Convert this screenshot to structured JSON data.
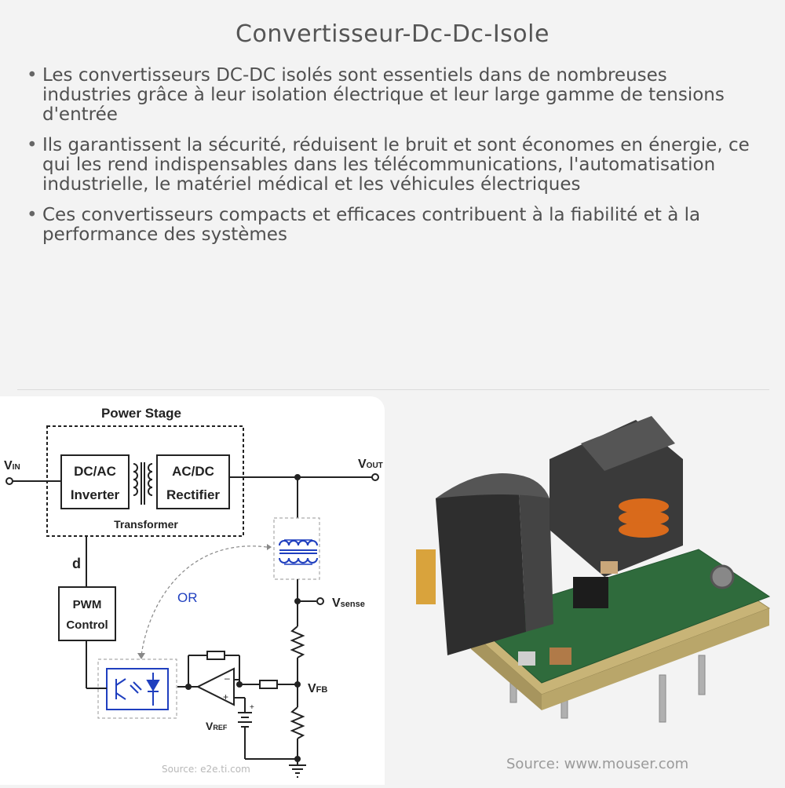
{
  "title": "Convertisseur-Dc-Dc-Isole",
  "bullets": [
    "Les convertisseurs DC-DC isolés sont essentiels dans de nombreuses industries grâce à leur isolation électrique et leur large gamme de tensions d'entrée",
    "Ils garantissent la sécurité, réduisent le bruit et sont économes en énergie, ce qui les rend indispensables dans les télécommunications, l'automatisation industrielle, le matériel médical et les véhicules électriques",
    "Ces convertisseurs compacts et efficaces contribuent à la fiabilité et à la performance des systèmes"
  ],
  "diagram": {
    "power_stage_label": "Power Stage",
    "vin": "V",
    "vin_sub": "IN",
    "dcac_line1": "DC/AC",
    "dcac_line2": "Inverter",
    "acdc_line1": "AC/DC",
    "acdc_line2": "Rectifier",
    "transformer_label": "Transformer",
    "vout": "V",
    "vout_sub": "OUT",
    "d_label": "d",
    "pwm_line1": "PWM",
    "pwm_line2": "Control",
    "or_label": "OR",
    "vsense": "V",
    "vsense_sub": "sense",
    "vfb": "V",
    "vfb_sub": "FB",
    "vref": "V",
    "vref_sub": "REF",
    "source": "Source: e2e.ti.com",
    "accent_color": "#1f3fbf"
  },
  "photo": {
    "source": "Source: www.mouser.com"
  }
}
